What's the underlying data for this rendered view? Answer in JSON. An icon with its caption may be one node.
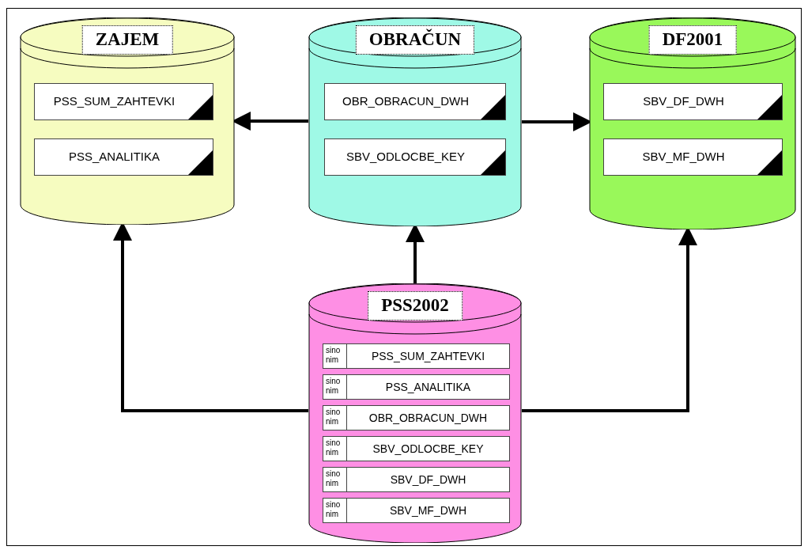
{
  "diagram": {
    "nodes": [
      {
        "text": [
          "ZAJEM"
        ]
      },
      {
        "text": [
          "PSS_SUM_ZAHTEVKI"
        ],
        "in": 0
      },
      {
        "text": [
          "PSS_ANALITIKA"
        ],
        "in": 0
      },
      {
        "text": [
          "OBRAČUN"
        ]
      },
      {
        "text": [
          "OBR_OBRACUN_DWH"
        ],
        "in": 3
      },
      {
        "text": [
          "SBV_ODLOCBE_KEY"
        ],
        "in": 3
      },
      {
        "text": [
          "DF2001"
        ]
      },
      {
        "text": [
          "SBV_DF_DWH"
        ],
        "in": 6
      },
      {
        "text": [
          "SBV_MF_DWH"
        ],
        "in": 6
      },
      {
        "text": [
          "PSS2002"
        ]
      },
      {
        "text": [
          "sino nim",
          "PSS_SUM_ZAHTEVKI"
        ],
        "in": 9
      },
      {
        "text": [
          "sino nim",
          "PSS_ANALITIKA"
        ],
        "in": 9
      },
      {
        "text": [
          "sino nim",
          "OBR_OBRACUN_DWH"
        ],
        "in": 9
      },
      {
        "text": [
          "sino nim",
          "SBV_ODLOCBE_KEY"
        ],
        "in": 9
      },
      {
        "text": [
          "sino nim",
          "SBV_DF_DWH"
        ],
        "in": 9
      },
      {
        "text": [
          "sino nim",
          "SBV_MF_DWH"
        ],
        "in": 9
      }
    ],
    "edges": [
      {
        "from": 3,
        "to": 0,
        "arrow": "to"
      },
      {
        "from": 3,
        "to": 6,
        "arrow": "to"
      },
      {
        "from": 9,
        "to": 0,
        "arrow": "to"
      },
      {
        "from": 9,
        "to": 3,
        "arrow": "to"
      },
      {
        "from": 9,
        "to": 6,
        "arrow": "to"
      }
    ]
  }
}
